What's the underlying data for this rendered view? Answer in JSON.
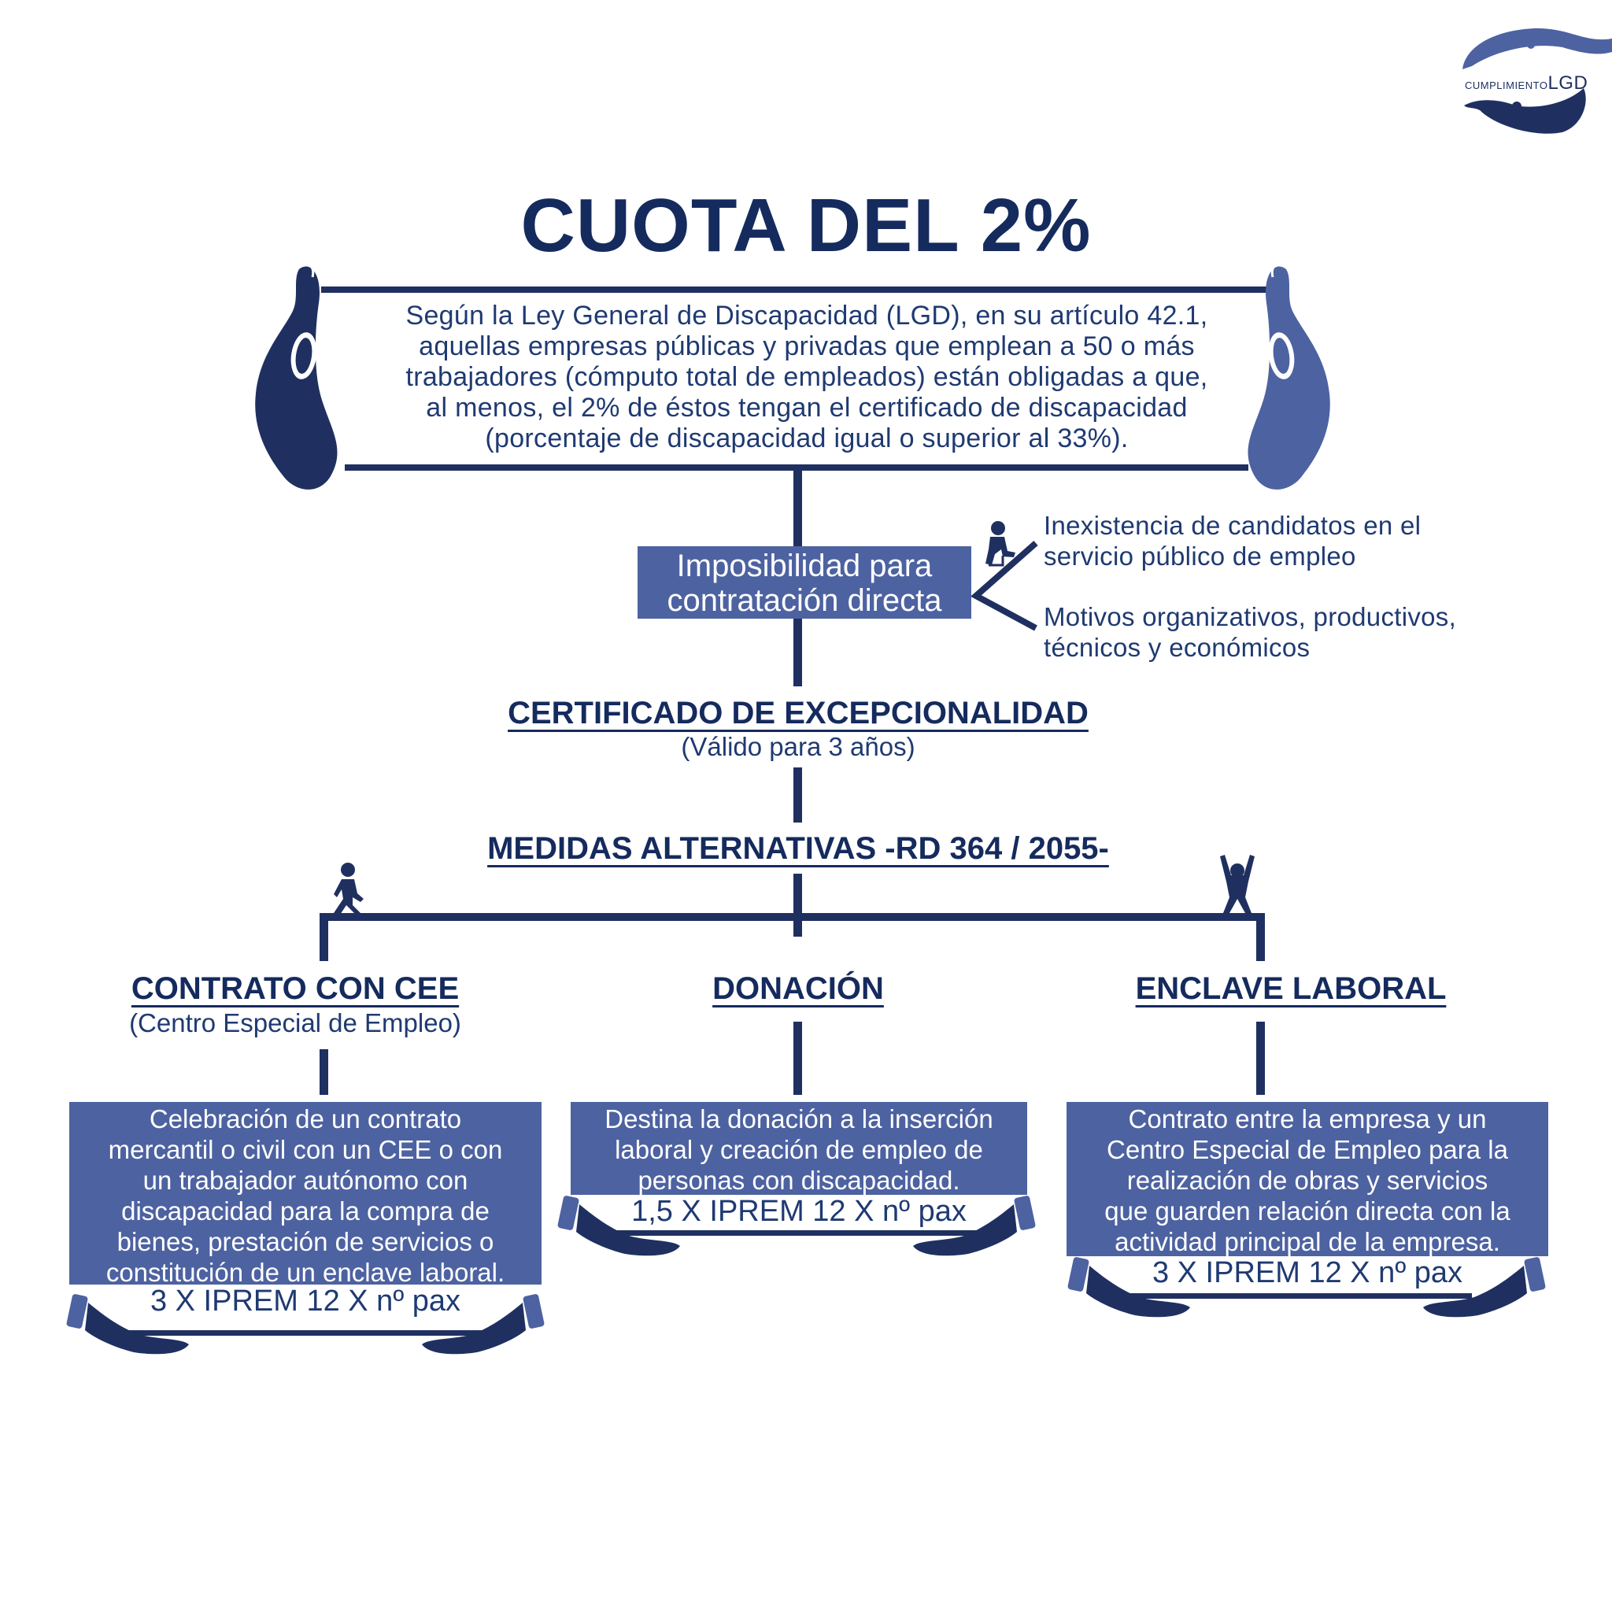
{
  "logo": {
    "text_small": "CUMPLIMIENTO",
    "text_big": "LGD"
  },
  "title": "CUOTA DEL 2%",
  "intro_lines": [
    "Según la Ley General de Discapacidad (LGD), en su artículo 42.1,",
    "aquellas empresas públicas y privadas que emplean a 50 o más",
    "trabajadores (cómputo total de empleados) están obligadas a que,",
    "al menos, el 2% de éstos tengan el certificado de discapacidad",
    "(porcentaje de discapacidad igual o superior al 33%)."
  ],
  "impossibility": {
    "lines": [
      "Imposibilidad para",
      "contratación directa"
    ],
    "reasons": [
      {
        "lines": [
          "Inexistencia de candidatos en el",
          "servicio público de empleo"
        ]
      },
      {
        "lines": [
          "Motivos organizativos, productivos,",
          "técnicos y económicos"
        ]
      }
    ]
  },
  "certificate": {
    "title": "CERTIFICADO DE EXCEPCIONALIDAD",
    "subtitle": "(Válido para 3 años)"
  },
  "measures_title": "MEDIDAS ALTERNATIVAS -RD 364 / 2055-",
  "options": [
    {
      "title": "CONTRATO CON CEE",
      "subtitle": "(Centro Especial de Empleo)",
      "lines": [
        "Celebración de un contrato",
        "mercantil o civil con un CEE o con",
        "un trabajador autónomo con",
        "discapacidad para la compra de",
        "bienes, prestación de servicios o",
        "constitución de un enclave laboral."
      ],
      "formula": "3 X IPREM 12 X nº pax"
    },
    {
      "title": "DONACIÓN",
      "subtitle": "",
      "lines": [
        "Destina la donación a la inserción",
        "laboral y creación de empleo de",
        "personas con discapacidad."
      ],
      "formula": "1,5 X IPREM 12 X nº pax"
    },
    {
      "title": "ENCLAVE LABORAL",
      "subtitle": "",
      "lines": [
        "Contrato entre la empresa y un",
        "Centro Especial de Empleo para la",
        "realización de obras y servicios",
        "que guarden relación directa con la",
        "actividad principal de la empresa."
      ],
      "formula": "3 X IPREM 12 X nº pax"
    }
  ],
  "colors": {
    "navy": "#152b5e",
    "blue": "#4d62a1",
    "light_blue": "#5067a6"
  },
  "icons": [
    "hand-icon",
    "stairs-climber-icon",
    "walking-person-icon",
    "cheering-person-icon",
    "giving-hand-icon",
    "logo-hands-icon"
  ]
}
